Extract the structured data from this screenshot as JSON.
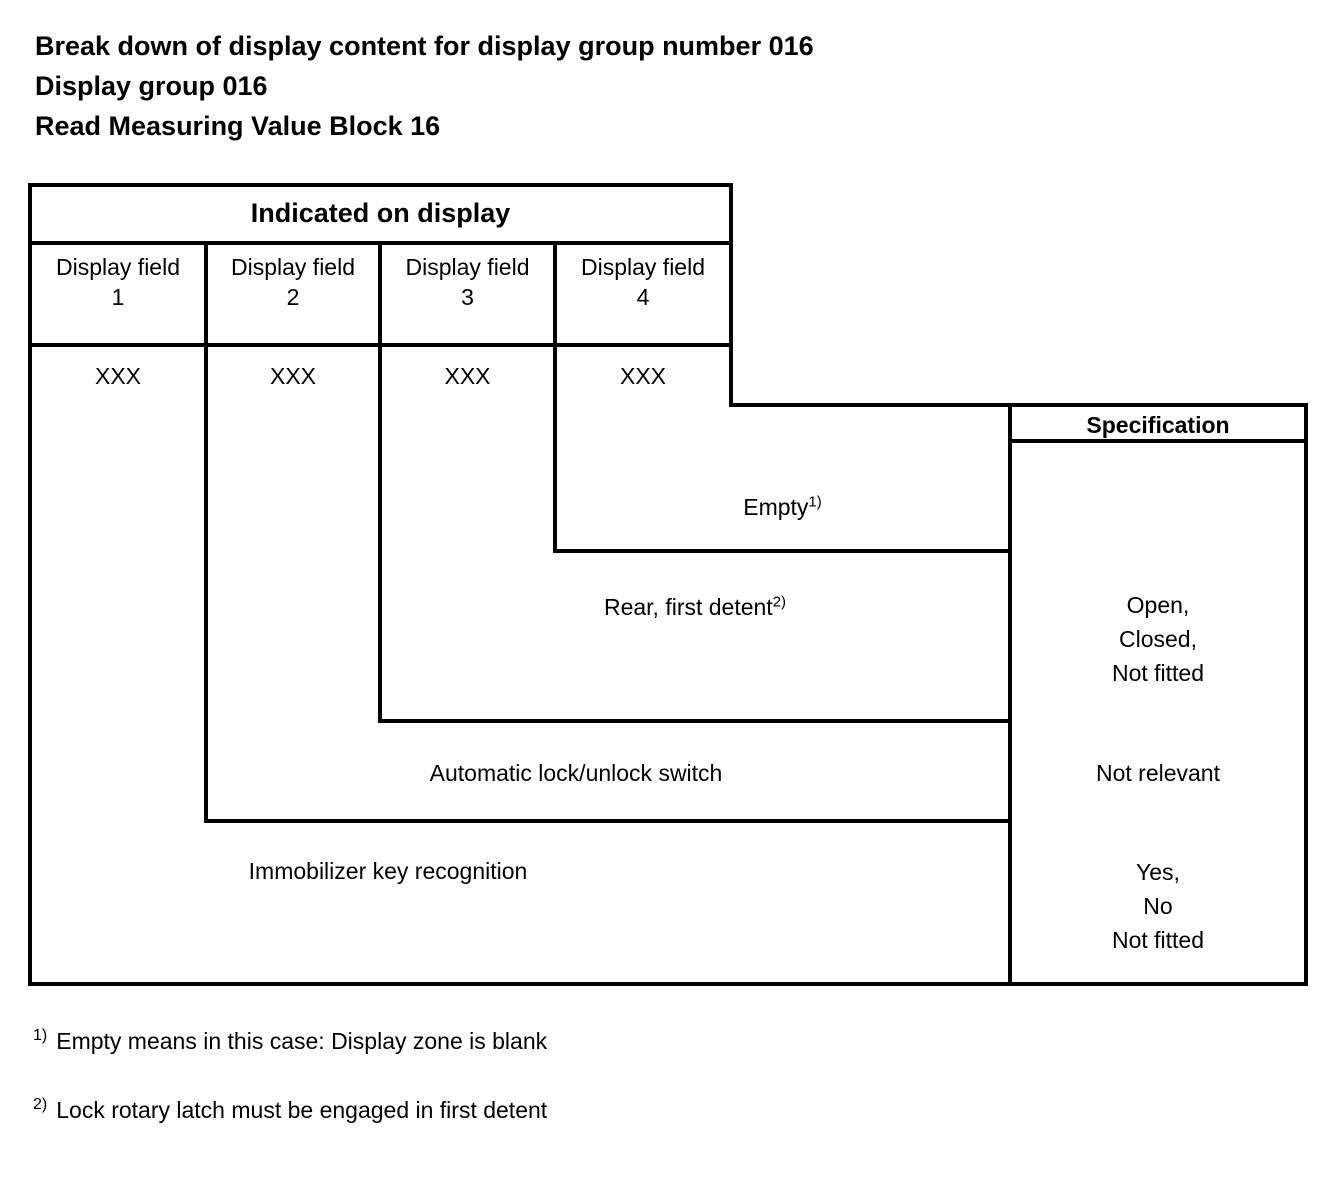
{
  "page": {
    "title_lines": [
      "Break down of display content for display group number 016",
      "Display group 016",
      "Read Measuring Value Block 16"
    ]
  },
  "table": {
    "header": "Indicated on display",
    "spec_header": "Specification",
    "columns": [
      {
        "label": "Display field",
        "number": "1",
        "value": "XXX"
      },
      {
        "label": "Display field",
        "number": "2",
        "value": "XXX"
      },
      {
        "label": "Display field",
        "number": "3",
        "value": "XXX"
      },
      {
        "label": "Display field",
        "number": "4",
        "value": "XXX"
      }
    ],
    "rows": [
      {
        "label": "Empty",
        "sup": "1)",
        "spec": []
      },
      {
        "label": "Rear, first detent",
        "sup": "2)",
        "spec": [
          "Open,",
          "Closed,",
          "Not fitted"
        ]
      },
      {
        "label": "Automatic lock/unlock switch",
        "sup": "",
        "spec": [
          "Not relevant"
        ]
      },
      {
        "label": "Immobilizer key recognition",
        "sup": "",
        "spec": [
          "Yes,",
          "No",
          "Not fitted"
        ]
      }
    ]
  },
  "footnotes": [
    {
      "marker": "1)",
      "text": "Empty means in this case: Display zone is blank"
    },
    {
      "marker": "2)",
      "text": "Lock rotary latch must be engaged in first detent"
    }
  ],
  "colors": {
    "ink": "#000000",
    "background": "#ffffff"
  }
}
